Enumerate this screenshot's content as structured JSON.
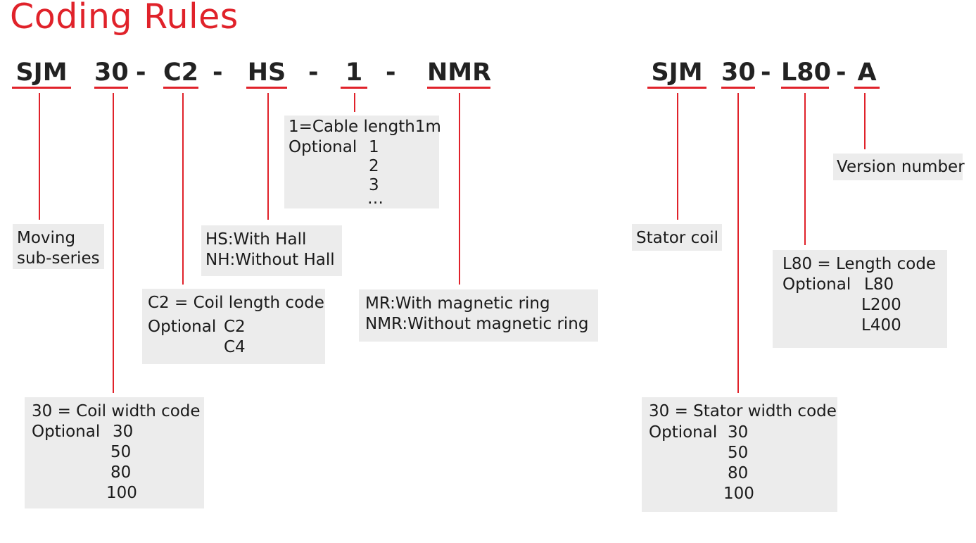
{
  "title": "Coding Rules",
  "model1": {
    "codes": [
      "SJM",
      "30",
      "C2",
      "HS",
      "1",
      "NMR"
    ],
    "separator": "-",
    "descriptions": {
      "series": [
        "Moving",
        "sub-series"
      ],
      "width": {
        "head": "30 = Coil width code",
        "optional_label": "Optional",
        "options": [
          "30",
          "50",
          "80",
          "100"
        ]
      },
      "length": {
        "head": "C2 = Coil length code",
        "optional_label": "Optional",
        "options": [
          "C2",
          "C4"
        ]
      },
      "hall": [
        "HS:With Hall",
        "NH:Without Hall"
      ],
      "cable": {
        "head": "1=Cable length1m",
        "optional_label": "Optional",
        "options": [
          "1",
          "2",
          "3",
          "…"
        ]
      },
      "ring": [
        "MR:With magnetic ring",
        "NMR:Without magnetic ring"
      ]
    }
  },
  "model2": {
    "codes": [
      "SJM",
      "30",
      "L80",
      "A"
    ],
    "separator": "-",
    "descriptions": {
      "stator": "Stator coil",
      "width": {
        "head": "30 = Stator width code",
        "optional_label": "Optional",
        "options": [
          "30",
          "50",
          "80",
          "100"
        ]
      },
      "length": {
        "head": "L80 = Length code",
        "optional_label": "Optional",
        "options": [
          "L80",
          "L200",
          "L400"
        ]
      },
      "version": "Version number"
    }
  },
  "colors": {
    "accent": "#e0222a",
    "box_bg": "#ececec",
    "text": "#1a1a1a"
  }
}
